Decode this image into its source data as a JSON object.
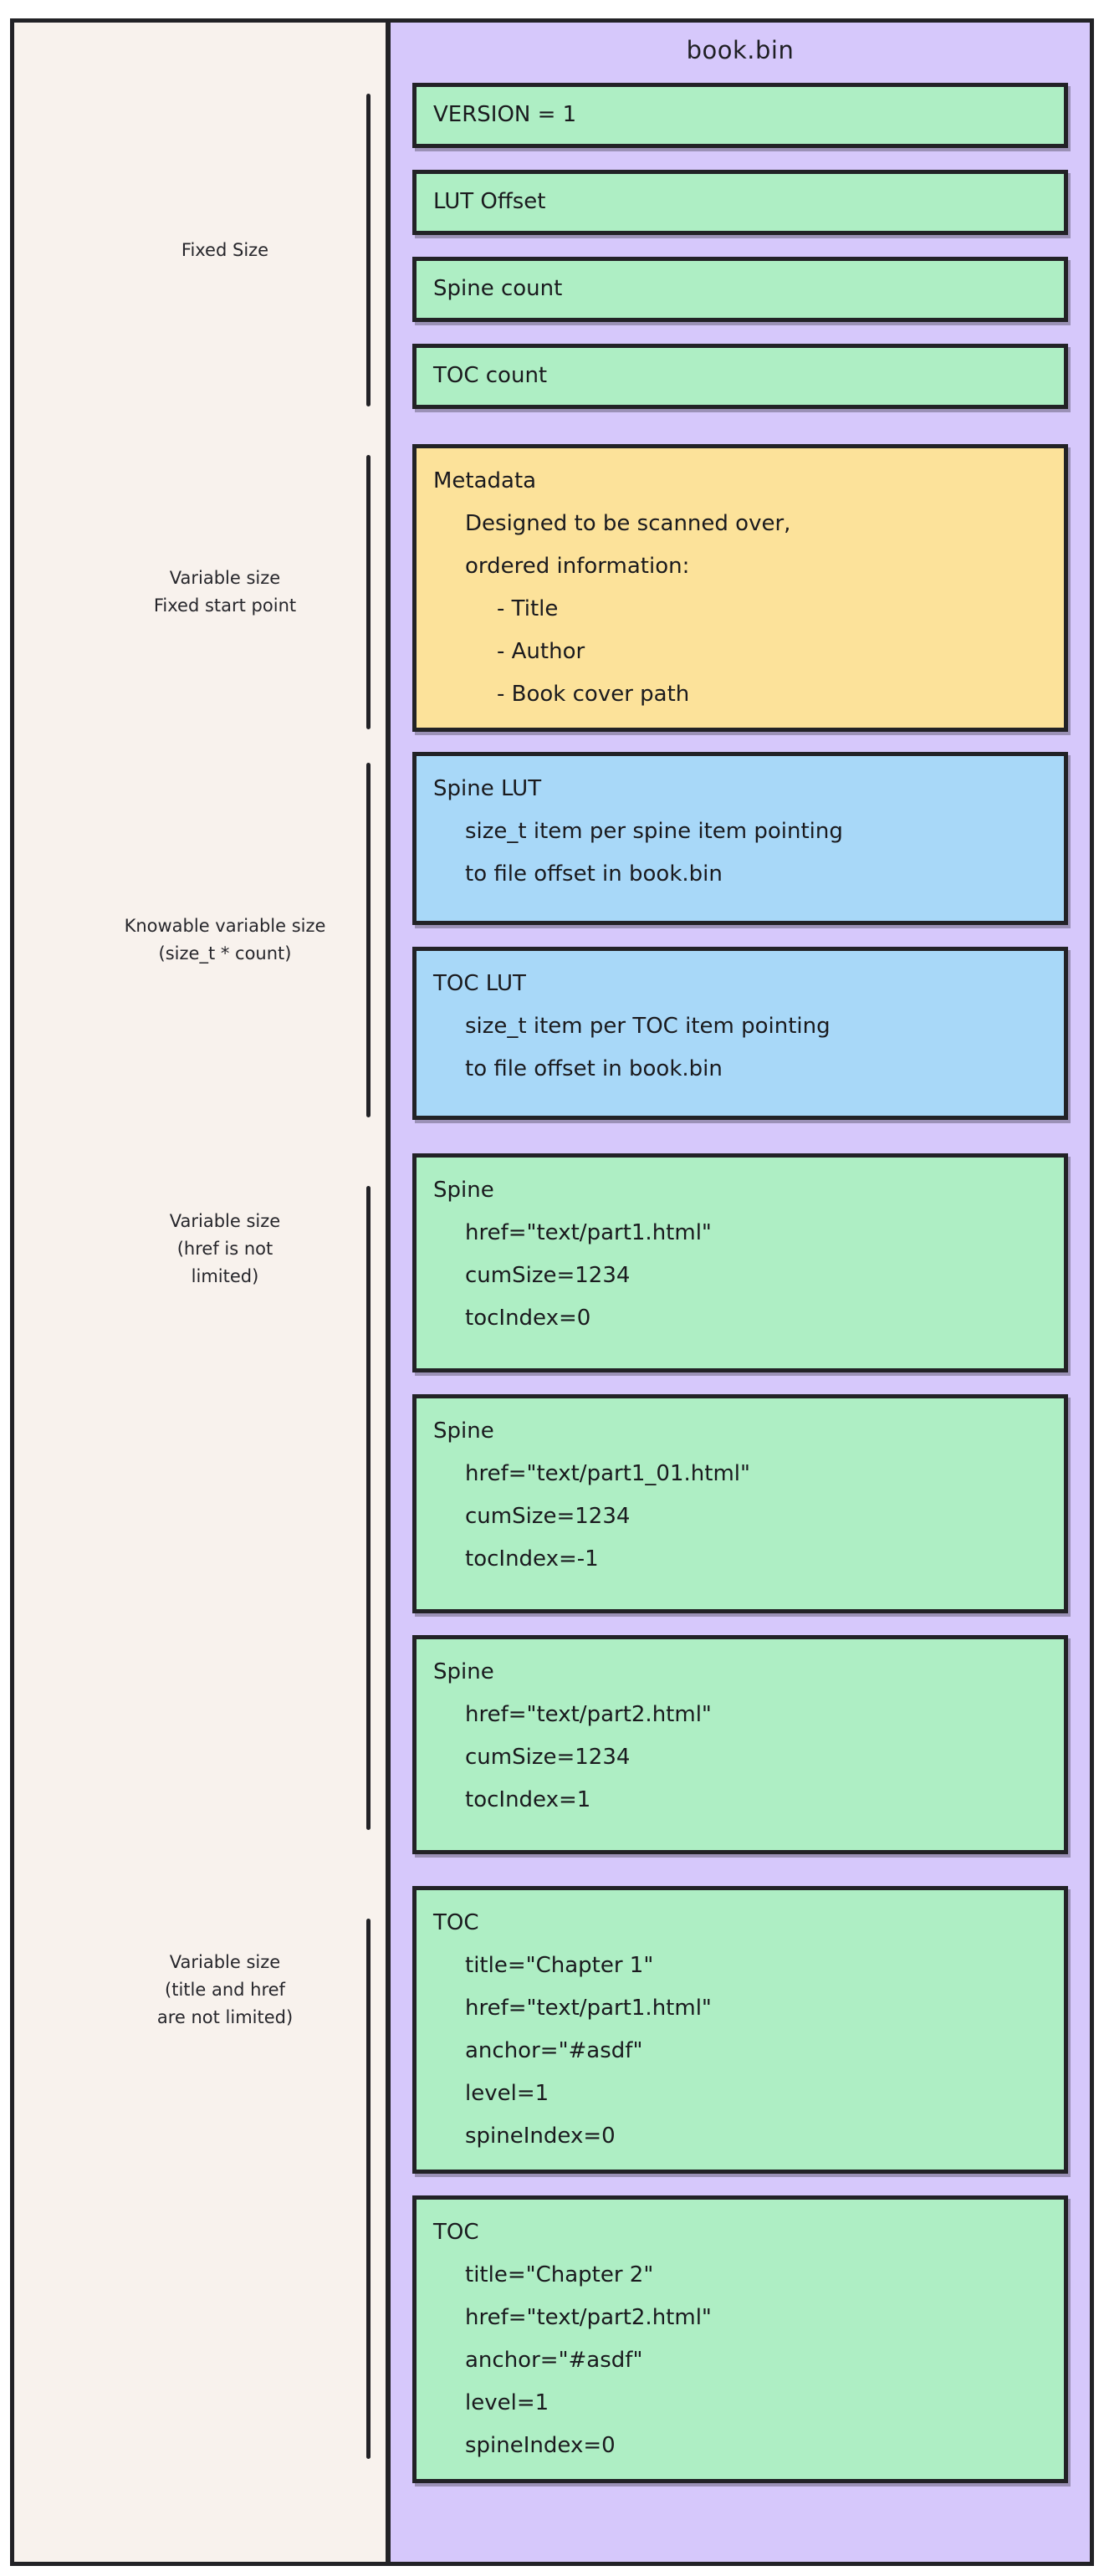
{
  "title": "book.bin",
  "colors": {
    "page_background": "#ffffff",
    "left_panel": "#f8f2ed",
    "right_panel": "#d6c8fb",
    "green_block": "#aeeec4",
    "yellow_block": "#fce29a",
    "blue_block": "#a8d8f8",
    "stroke": "#222226"
  },
  "left_labels": [
    {
      "id": "fixed-size",
      "lines": [
        "Fixed Size"
      ]
    },
    {
      "id": "variable-fixed-start",
      "lines": [
        "Variable size",
        "Fixed start point"
      ]
    },
    {
      "id": "knowable-variable-size",
      "lines": [
        "Knowable variable size",
        "(size_t * count)"
      ]
    },
    {
      "id": "variable-href",
      "lines": [
        "Variable size",
        "(href is not",
        "limited)"
      ]
    },
    {
      "id": "variable-title-href",
      "lines": [
        "Variable size",
        "(title and href",
        "are not limited)"
      ]
    }
  ],
  "blocks": [
    {
      "id": "version",
      "color": "green",
      "single_line": true,
      "lines": [
        {
          "indent": 0,
          "text": "VERSION = 1"
        }
      ]
    },
    {
      "id": "lut-offset",
      "color": "green",
      "single_line": true,
      "lines": [
        {
          "indent": 0,
          "text": "LUT Offset"
        }
      ]
    },
    {
      "id": "spine-count",
      "color": "green",
      "single_line": true,
      "lines": [
        {
          "indent": 0,
          "text": "Spine count"
        }
      ]
    },
    {
      "id": "toc-count",
      "color": "green",
      "single_line": true,
      "lines": [
        {
          "indent": 0,
          "text": "TOC count"
        }
      ]
    },
    {
      "id": "metadata",
      "color": "yellow",
      "single_line": false,
      "lines": [
        {
          "indent": 0,
          "text": "Metadata"
        },
        {
          "indent": 1,
          "text": "Designed to be scanned over,"
        },
        {
          "indent": 1,
          "text": "ordered information:"
        },
        {
          "indent": 2,
          "text": "- Title"
        },
        {
          "indent": 2,
          "text": "- Author"
        },
        {
          "indent": 2,
          "text": "- Book cover path"
        }
      ]
    },
    {
      "id": "spine-lut",
      "color": "blue",
      "single_line": false,
      "lines": [
        {
          "indent": 0,
          "text": "Spine LUT"
        },
        {
          "indent": 1,
          "text": "size_t item per spine item pointing"
        },
        {
          "indent": 1,
          "text": "to file offset in book.bin"
        }
      ]
    },
    {
      "id": "toc-lut",
      "color": "blue",
      "single_line": false,
      "lines": [
        {
          "indent": 0,
          "text": "TOC LUT"
        },
        {
          "indent": 1,
          "text": "size_t item per TOC item pointing"
        },
        {
          "indent": 1,
          "text": "to file offset in book.bin"
        }
      ]
    },
    {
      "id": "spine-1",
      "color": "green",
      "single_line": false,
      "lines": [
        {
          "indent": 0,
          "text": "Spine"
        },
        {
          "indent": 1,
          "text": "href=\"text/part1.html\""
        },
        {
          "indent": 1,
          "text": "cumSize=1234"
        },
        {
          "indent": 1,
          "text": "tocIndex=0"
        }
      ]
    },
    {
      "id": "spine-2",
      "color": "green",
      "single_line": false,
      "lines": [
        {
          "indent": 0,
          "text": "Spine"
        },
        {
          "indent": 1,
          "text": "href=\"text/part1_01.html\""
        },
        {
          "indent": 1,
          "text": "cumSize=1234"
        },
        {
          "indent": 1,
          "text": "tocIndex=-1"
        }
      ]
    },
    {
      "id": "spine-3",
      "color": "green",
      "single_line": false,
      "lines": [
        {
          "indent": 0,
          "text": "Spine"
        },
        {
          "indent": 1,
          "text": "href=\"text/part2.html\""
        },
        {
          "indent": 1,
          "text": "cumSize=1234"
        },
        {
          "indent": 1,
          "text": "tocIndex=1"
        }
      ]
    },
    {
      "id": "toc-1",
      "color": "green",
      "single_line": false,
      "lines": [
        {
          "indent": 0,
          "text": "TOC"
        },
        {
          "indent": 1,
          "text": "title=\"Chapter 1\""
        },
        {
          "indent": 1,
          "text": "href=\"text/part1.html\""
        },
        {
          "indent": 1,
          "text": "anchor=\"#asdf\""
        },
        {
          "indent": 1,
          "text": "level=1"
        },
        {
          "indent": 1,
          "text": "spineIndex=0"
        }
      ]
    },
    {
      "id": "toc-2",
      "color": "green",
      "single_line": false,
      "lines": [
        {
          "indent": 0,
          "text": "TOC"
        },
        {
          "indent": 1,
          "text": "title=\"Chapter 2\""
        },
        {
          "indent": 1,
          "text": "href=\"text/part2.html\""
        },
        {
          "indent": 1,
          "text": "anchor=\"#asdf\""
        },
        {
          "indent": 1,
          "text": "level=1"
        },
        {
          "indent": 1,
          "text": "spineIndex=0"
        }
      ]
    }
  ]
}
